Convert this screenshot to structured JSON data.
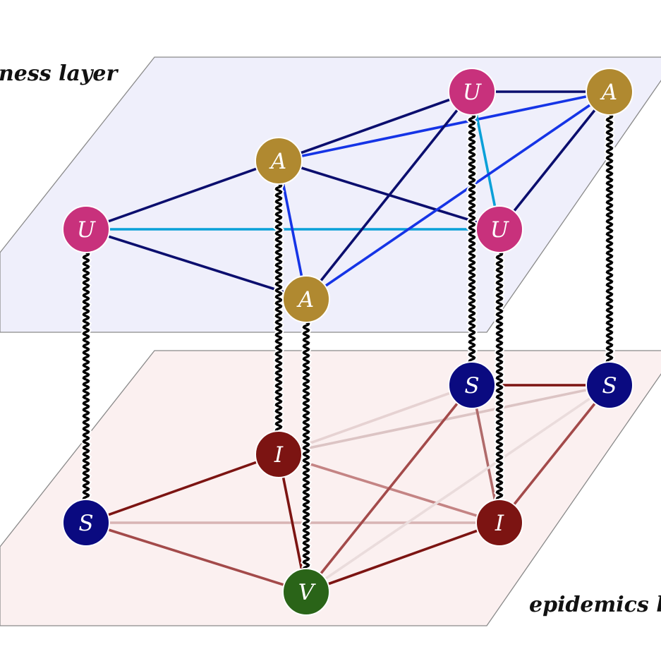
{
  "awareness_layer": {
    "label": "ness layer",
    "plane_fill": "#efeffb",
    "nodes": [
      {
        "id": "a1",
        "letter": "U",
        "state": "unaware"
      },
      {
        "id": "a2",
        "letter": "A",
        "state": "aware"
      },
      {
        "id": "a3",
        "letter": "U",
        "state": "unaware"
      },
      {
        "id": "a4",
        "letter": "A",
        "state": "aware"
      },
      {
        "id": "a5",
        "letter": "U",
        "state": "unaware"
      },
      {
        "id": "a6",
        "letter": "A",
        "state": "aware"
      }
    ]
  },
  "epidemics_layer": {
    "label": "epidemics l",
    "plane_fill": "#fbf0f0",
    "nodes": [
      {
        "id": "e1",
        "letter": "S",
        "state": "susceptible"
      },
      {
        "id": "e2",
        "letter": "I",
        "state": "infected"
      },
      {
        "id": "e3",
        "letter": "S",
        "state": "susceptible"
      },
      {
        "id": "e4",
        "letter": "S",
        "state": "susceptible"
      },
      {
        "id": "e5",
        "letter": "I",
        "state": "infected"
      },
      {
        "id": "e6",
        "letter": "V",
        "state": "vaccinated"
      }
    ]
  },
  "state_colors": {
    "unaware": "#c8317c",
    "aware": "#b08930",
    "susceptible": "#0a0a80",
    "infected": "#7c1412",
    "vaccinated": "#2a6418"
  },
  "awareness_edges": [
    {
      "from": "a1",
      "to": "a2",
      "color": "#0b0e6e"
    },
    {
      "from": "a1",
      "to": "a5",
      "color": "#0aa0d8"
    },
    {
      "from": "a1",
      "to": "a6",
      "color": "#0b0e6e"
    },
    {
      "from": "a2",
      "to": "a3",
      "color": "#0b0e6e"
    },
    {
      "from": "a2",
      "to": "a4",
      "color": "#1534e6"
    },
    {
      "from": "a2",
      "to": "a5",
      "color": "#0b0e6e"
    },
    {
      "from": "a2",
      "to": "a6",
      "color": "#1534e6"
    },
    {
      "from": "a3",
      "to": "a4",
      "color": "#0b0e6e"
    },
    {
      "from": "a3",
      "to": "a5",
      "color": "#0aa0d8"
    },
    {
      "from": "a3",
      "to": "a6",
      "color": "#0b0e6e"
    },
    {
      "from": "a4",
      "to": "a5",
      "color": "#0b0e6e"
    },
    {
      "from": "a4",
      "to": "a6",
      "color": "#1534e6"
    }
  ],
  "epidemic_edges": [
    {
      "from": "e1",
      "to": "e2",
      "color": "#7c1412"
    },
    {
      "from": "e1",
      "to": "e5",
      "color": "#d8b4b4"
    },
    {
      "from": "e1",
      "to": "e6",
      "color": "#a34a4a"
    },
    {
      "from": "e2",
      "to": "e3",
      "color": "#e6d2d2"
    },
    {
      "from": "e2",
      "to": "e4",
      "color": "#dcc4c4"
    },
    {
      "from": "e2",
      "to": "e5",
      "color": "#c48484"
    },
    {
      "from": "e2",
      "to": "e6",
      "color": "#7c1412"
    },
    {
      "from": "e3",
      "to": "e4",
      "color": "#7c1412"
    },
    {
      "from": "e3",
      "to": "e5",
      "color": "#b06a6a"
    },
    {
      "from": "e3",
      "to": "e6",
      "color": "#a34a4a"
    },
    {
      "from": "e4",
      "to": "e5",
      "color": "#a34a4a"
    },
    {
      "from": "e4",
      "to": "e6",
      "color": "#eadcdc"
    },
    {
      "from": "e5",
      "to": "e6",
      "color": "#7c1412"
    }
  ],
  "interlayer_links": [
    {
      "from": "a1",
      "to": "e1"
    },
    {
      "from": "a2",
      "to": "e2"
    },
    {
      "from": "a3",
      "to": "e3"
    },
    {
      "from": "a4",
      "to": "e4"
    },
    {
      "from": "a5",
      "to": "e5"
    },
    {
      "from": "a6",
      "to": "e6"
    }
  ]
}
